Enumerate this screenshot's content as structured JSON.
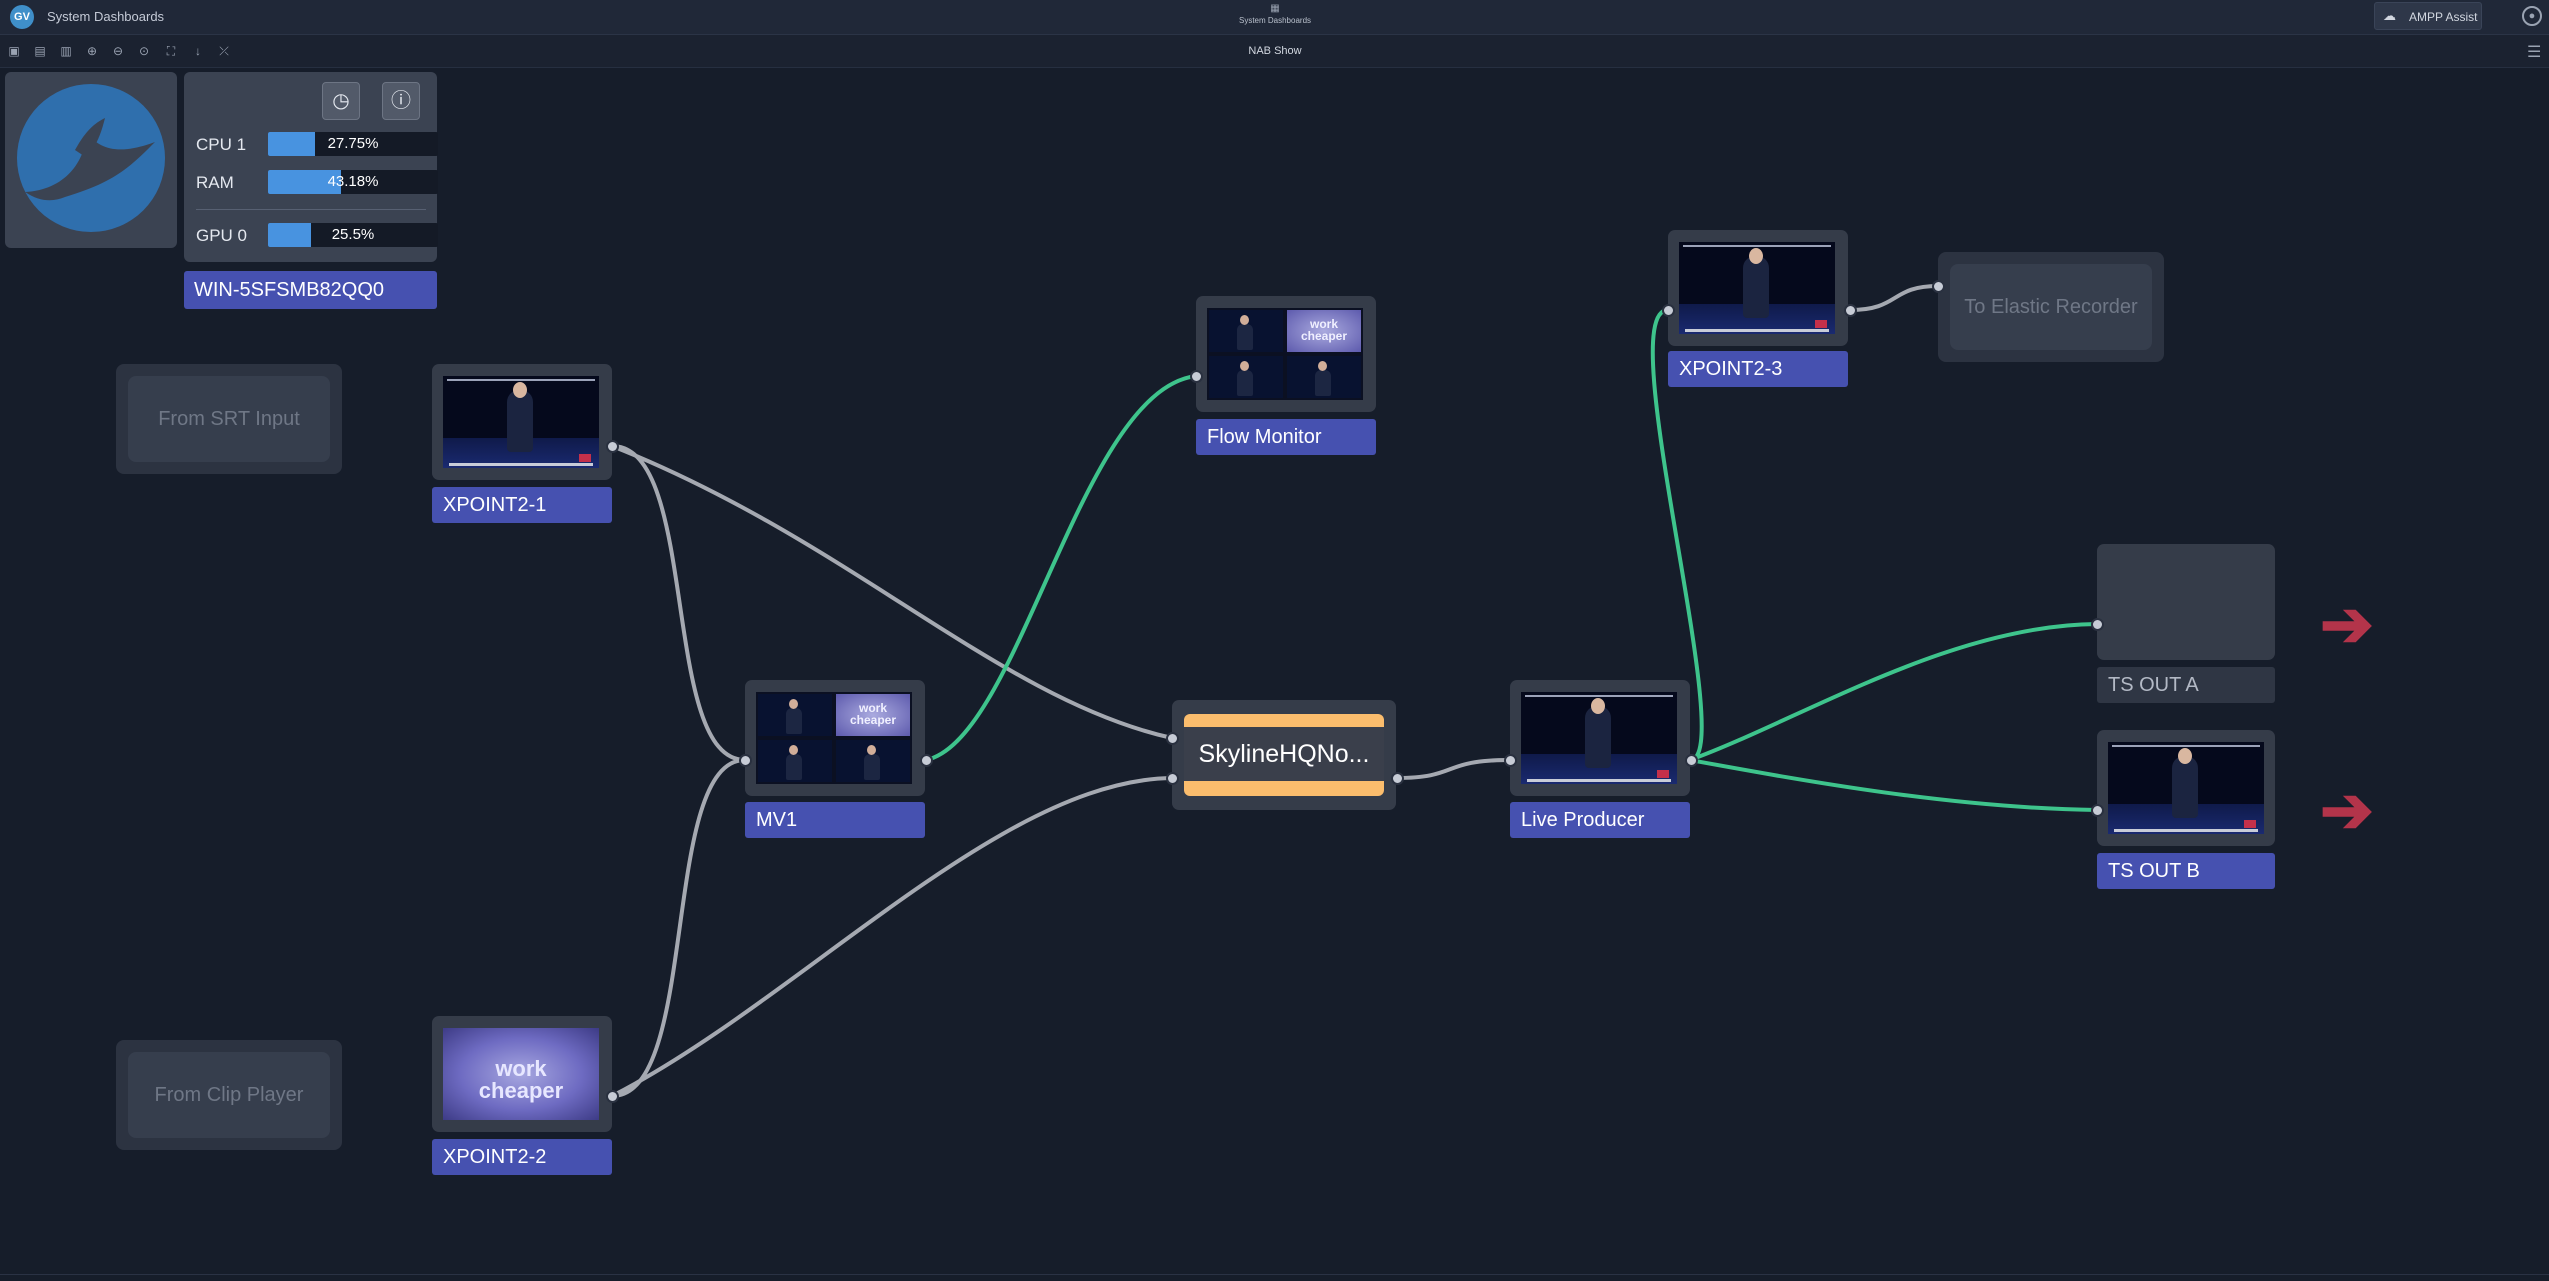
{
  "app": {
    "logo_text": "GV",
    "title": "System Dashboards"
  },
  "header": {
    "center_title": "System Dashboards",
    "center_icon": "dashboard-icon",
    "assist_label": "AMPP Assist",
    "assist_icon": "assist-icon",
    "user_icon": "user-icon"
  },
  "toolbar": {
    "tools": [
      "save-icon",
      "new-icon",
      "delete-icon",
      "zoom-in-icon",
      "zoom-out-icon",
      "zoom-fit-icon",
      "fit-screen-icon",
      "download-icon",
      "disconnect-icon"
    ],
    "dashboard_title": "NAB Show",
    "menu_icon": "hamburger-menu-icon"
  },
  "host": {
    "name": "WIN-5SFSMB82QQ0",
    "stats": [
      {
        "label": "CPU 1",
        "value": "27.75%",
        "fraction": 0.2775
      },
      {
        "label": "RAM",
        "value": "43.18%",
        "fraction": 0.4318
      },
      {
        "label": "GPU 0",
        "value": "25.5%",
        "fraction": 0.255
      }
    ],
    "clock_icon": "clock-icon",
    "info_icon": "info-icon"
  },
  "nodes": {
    "from_srt": "From SRT Input",
    "from_clip": "From Clip Player",
    "xp1": "XPOINT2-1",
    "xp2": "XPOINT2-2",
    "mv1": "MV1",
    "flow_monitor": "Flow Monitor",
    "skyline": "SkylineHQNo...",
    "live_producer": "Live Producer",
    "xp3": "XPOINT2-3",
    "elastic": "To Elastic Recorder",
    "ts_a": "TS OUT A",
    "ts_b": "TS OUT B"
  },
  "thumbnail_text": {
    "line1": "work",
    "line2": "cheaper"
  },
  "colors": {
    "accent": "#4651b0",
    "active_wire": "#3ec48c",
    "idle_wire": "#a5a9b1",
    "processor": "#fbbd6d",
    "output_arrow": "#b3344a",
    "stat_fill": "#4893e0"
  }
}
